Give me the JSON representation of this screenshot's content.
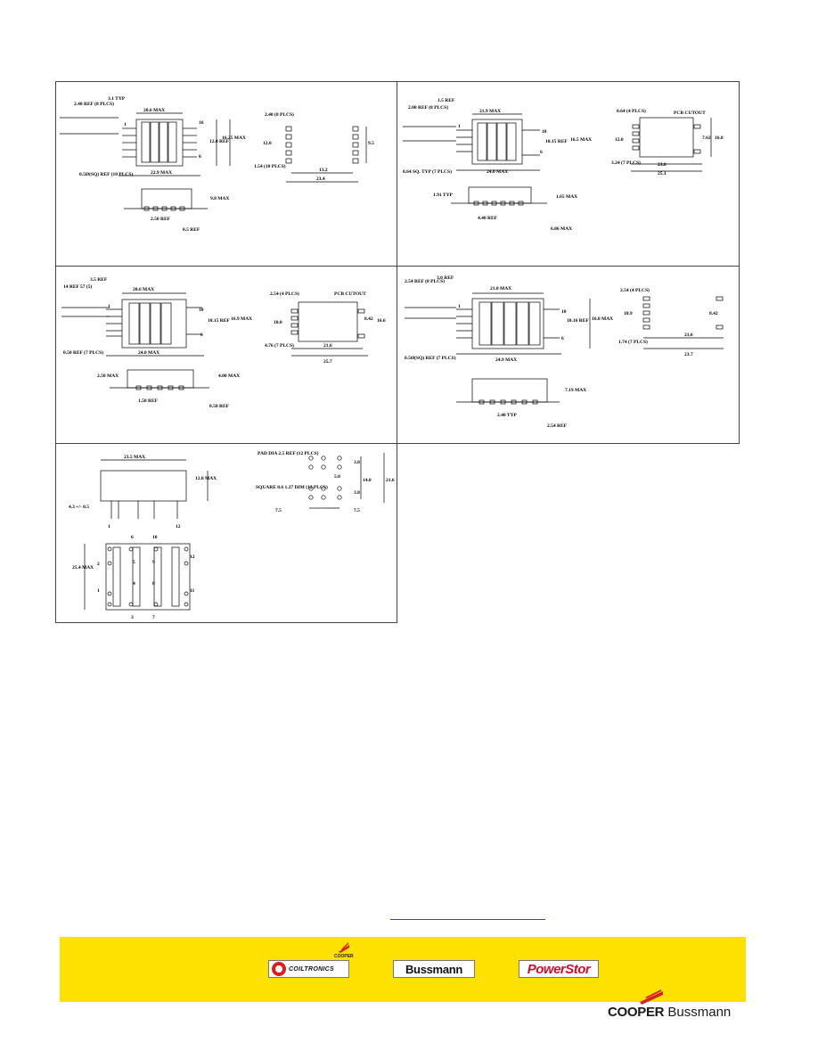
{
  "panels": [
    {
      "id": "p1",
      "labels": {
        "a": "2.40 REF (8 PLCS)",
        "b": "3.1 TYP",
        "c": "20.6 MAX",
        "d": "12.0 REF",
        "e": "16.25 MAX",
        "f": "0.5Ø(SQ) REF (10 PLCS)",
        "g": "22.9 MAX",
        "h": "9.8 MAX",
        "i": "2.50 REF",
        "j": "0.5 REF",
        "k": "2.40 (8 PLCS)",
        "l": "12.0",
        "m": "1.54 (10 PLCS)",
        "n": "13.2",
        "o": "23.4",
        "p": "9.5",
        "q": "16",
        "r": "1",
        "s": "6"
      }
    },
    {
      "id": "p2",
      "labels": {
        "a": "2.00 REF (8 PLCS)",
        "b": "1.5 REF",
        "c": "21.9 MAX",
        "d": "10",
        "e": "10.15 REF",
        "f": "16.5 MAX",
        "g": "24.0 MAX",
        "h": "0.64 SQ. TYP (7 PLCS)",
        "i": "1.91 TYP",
        "j": "1.65 MAX",
        "k": "4.40 REF",
        "l": "6.86 MAX",
        "m": "0.64 (4 PLCS)",
        "n": "PCB CUTOUT",
        "o": "12.0",
        "p": "7.62",
        "q": "16.8",
        "r": "23.8",
        "s": "25.1",
        "t": "3.24 (7 PLCS)",
        "u": "1",
        "v": "6"
      }
    },
    {
      "id": "p3",
      "labels": {
        "a": "14 REF 57 (5)",
        "b": "3.5 REF",
        "c": "20.6 MAX",
        "d": "10",
        "e": "10.15 REF",
        "f": "16.9 MAX",
        "g": "24.0 MAX",
        "h": "0.50 REF (7 PLCS)",
        "i": "2.50 MAX",
        "j": "4.00 MAX",
        "k": "1.50 REF",
        "l": "0.50 REF",
        "m": "2.54 (4 PLCS)",
        "n": "PCB CUTOUT",
        "o": "10.0",
        "p": "8.42",
        "q": "4.76 (7 PLCS)",
        "r": "21.6",
        "s": "25.7",
        "t": "16.6",
        "u": "1",
        "v": "6"
      }
    },
    {
      "id": "p4",
      "labels": {
        "a": "2.54 REF (8 PLCS)",
        "b": "3.0 REF",
        "c": "21.0 MAX",
        "d": "10",
        "e": "10.16 REF",
        "f": "16.8 MAX",
        "g": "24.9 MAX",
        "h": "0.5Ø(SQ) REF (7 PLCS)",
        "i": "7.19 MAX",
        "j": "2.40 TYP",
        "k": "2.54 (4 PLCS)",
        "l": "10.9",
        "m": "1.74 (7 PLCS)",
        "n": "21.6",
        "o": "23.7",
        "p": "8.42",
        "q": "1",
        "r": "6",
        "s": "2.54 REF"
      }
    },
    {
      "id": "p5",
      "labels": {
        "a": "23.5 MAX",
        "b": "12.0 MAX",
        "c": "4.3 +/- 0.5",
        "d": "1",
        "e": "12",
        "f": "6",
        "g": "10",
        "h": "2",
        "i": "1",
        "j": "25.4 MAX",
        "k": "12",
        "l": "11",
        "m": "3",
        "n": "7",
        "o": "5",
        "p": "9",
        "q": "4",
        "r": "8",
        "s": "PAD DIA 2.5 REF (12 PLCS)",
        "t": "SQUARE 0.6 1.27 DIM (12 PLCS)",
        "u": "5.0",
        "v": "3.8",
        "w": "14.0",
        "x": "21.6",
        "y": "3.8",
        "z": "7.5",
        "aa": "7.5"
      }
    }
  ],
  "footer": {
    "coiltronics_label": "COILTRONICS",
    "bussmann_small": "COOPER",
    "bussmann_label": "Bussmann",
    "powerstor_label": "PowerStor",
    "corp_cooper": "COOPER",
    "corp_bussmann": " Bussmann"
  },
  "colors": {
    "band": "#ffe100",
    "coiltronics_red": "#d81e1e",
    "powerstor_red": "#c8102e",
    "cooper_red": "#d4202a",
    "link_blue": "#3a3ad0"
  }
}
